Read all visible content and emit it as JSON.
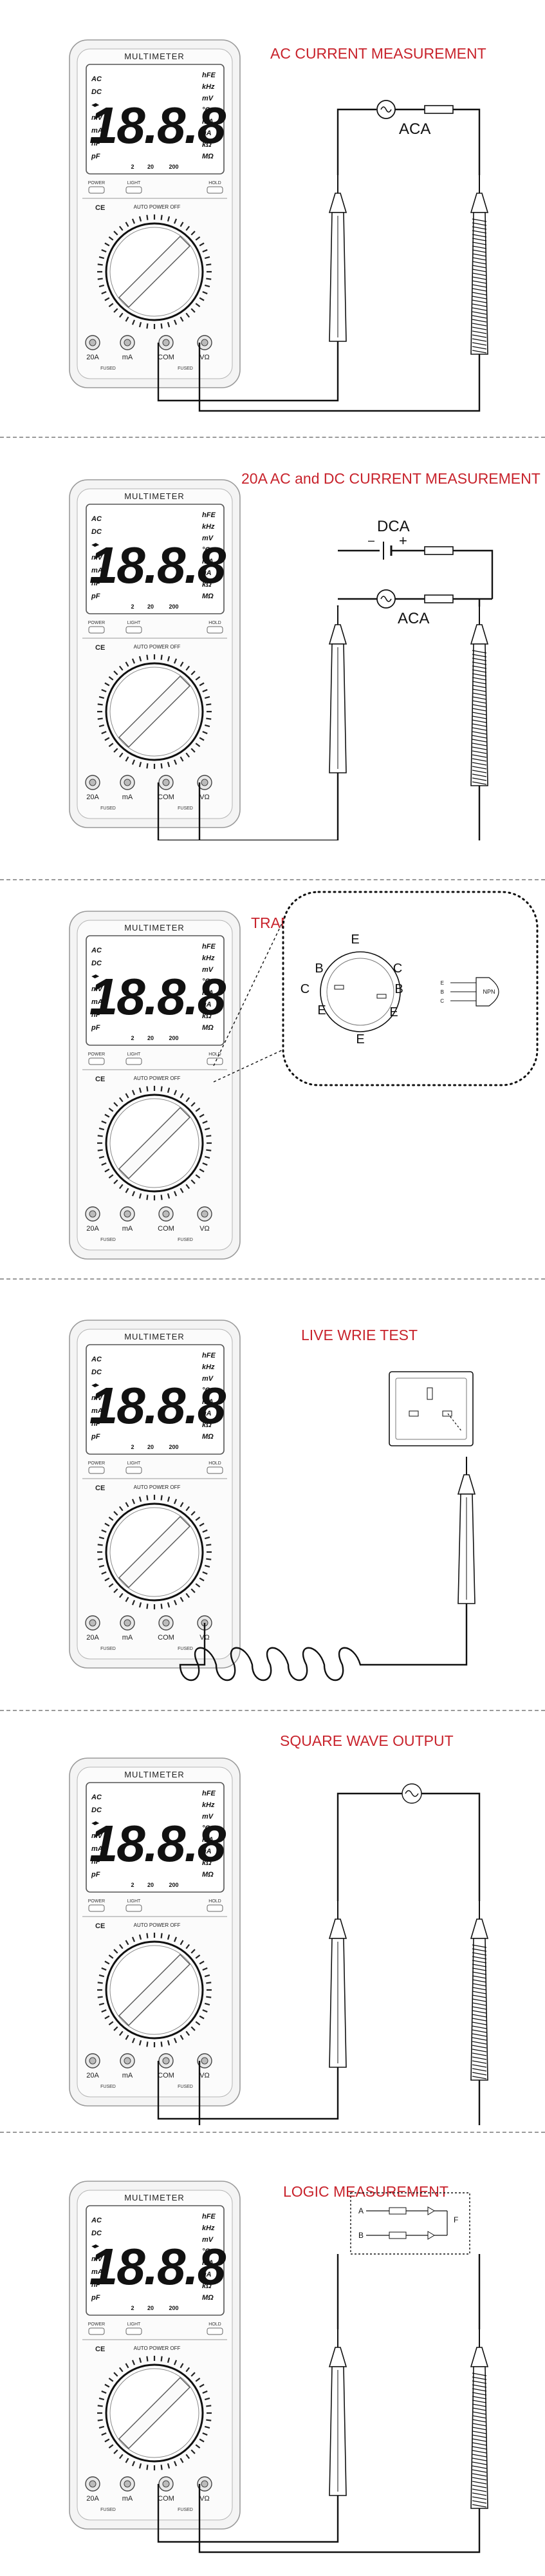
{
  "meter": {
    "brand_label": "MULTIMETER",
    "display_digits": "18.8.8",
    "lcd_left": [
      "AC",
      "DC",
      "◂▸",
      "mV",
      "mA",
      "nF",
      "pF"
    ],
    "lcd_right": [
      "hFE",
      "kHz",
      "mV",
      "°C",
      "mA",
      "μA",
      "kΩ",
      "MΩ"
    ],
    "lcd_bottom": [
      "2",
      "20",
      "200"
    ],
    "buttons": [
      "POWER",
      "LIGHT",
      "HOLD"
    ],
    "auto_power_off": "AUTO POWER OFF",
    "ce_mark": "CE",
    "jacks": [
      "20A",
      "mA",
      "COM",
      "VΩ"
    ],
    "jack_caption": "FUSED"
  },
  "panels": [
    {
      "id": "ac-current",
      "title": "AC CURRENT MEASUREMENT",
      "source_labels": [
        "ACA"
      ]
    },
    {
      "id": "dc-ac-current",
      "title": "20A  AC and DC CURRENT MEASUREMENT",
      "source_labels": [
        "DCA",
        "ACA"
      ]
    },
    {
      "id": "transistor",
      "title": "TRANSISTOR MEASUREMENT",
      "socket_labels": [
        "E",
        "B",
        "E",
        "C",
        "B",
        "C",
        "E",
        "E"
      ],
      "transistor_labels": [
        "E",
        "B",
        "C",
        "NPN"
      ]
    },
    {
      "id": "live-wire",
      "title": "LIVE WRIE TEST"
    },
    {
      "id": "square-wave",
      "title": "SQUARE WAVE OUTPUT"
    },
    {
      "id": "logic",
      "title": "LOGIC MEASUREMENT",
      "logic_labels": [
        "A",
        "B",
        "F"
      ]
    }
  ]
}
